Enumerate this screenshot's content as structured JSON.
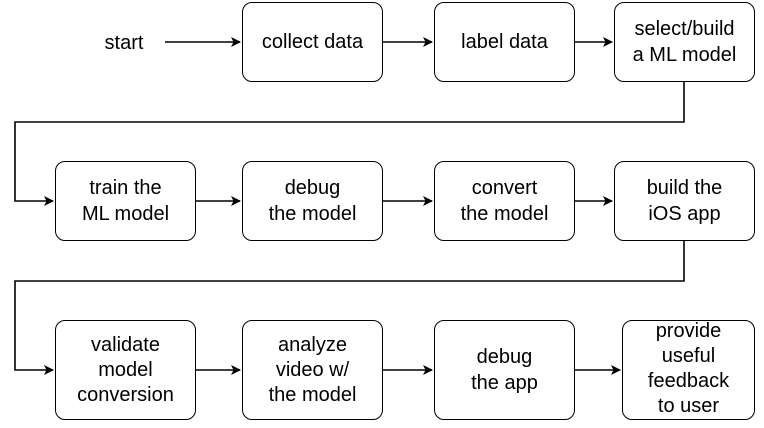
{
  "diagram": {
    "start": "start",
    "steps": [
      "collect data",
      "label data",
      "select/build\na ML model",
      "train the\nML model",
      "debug\nthe model",
      "convert\nthe model",
      "build the\niOS app",
      "validate\nmodel\nconversion",
      "analyze\nvideo w/\nthe model",
      "debug\nthe app",
      "provide\nuseful\nfeedback\nto user"
    ]
  }
}
